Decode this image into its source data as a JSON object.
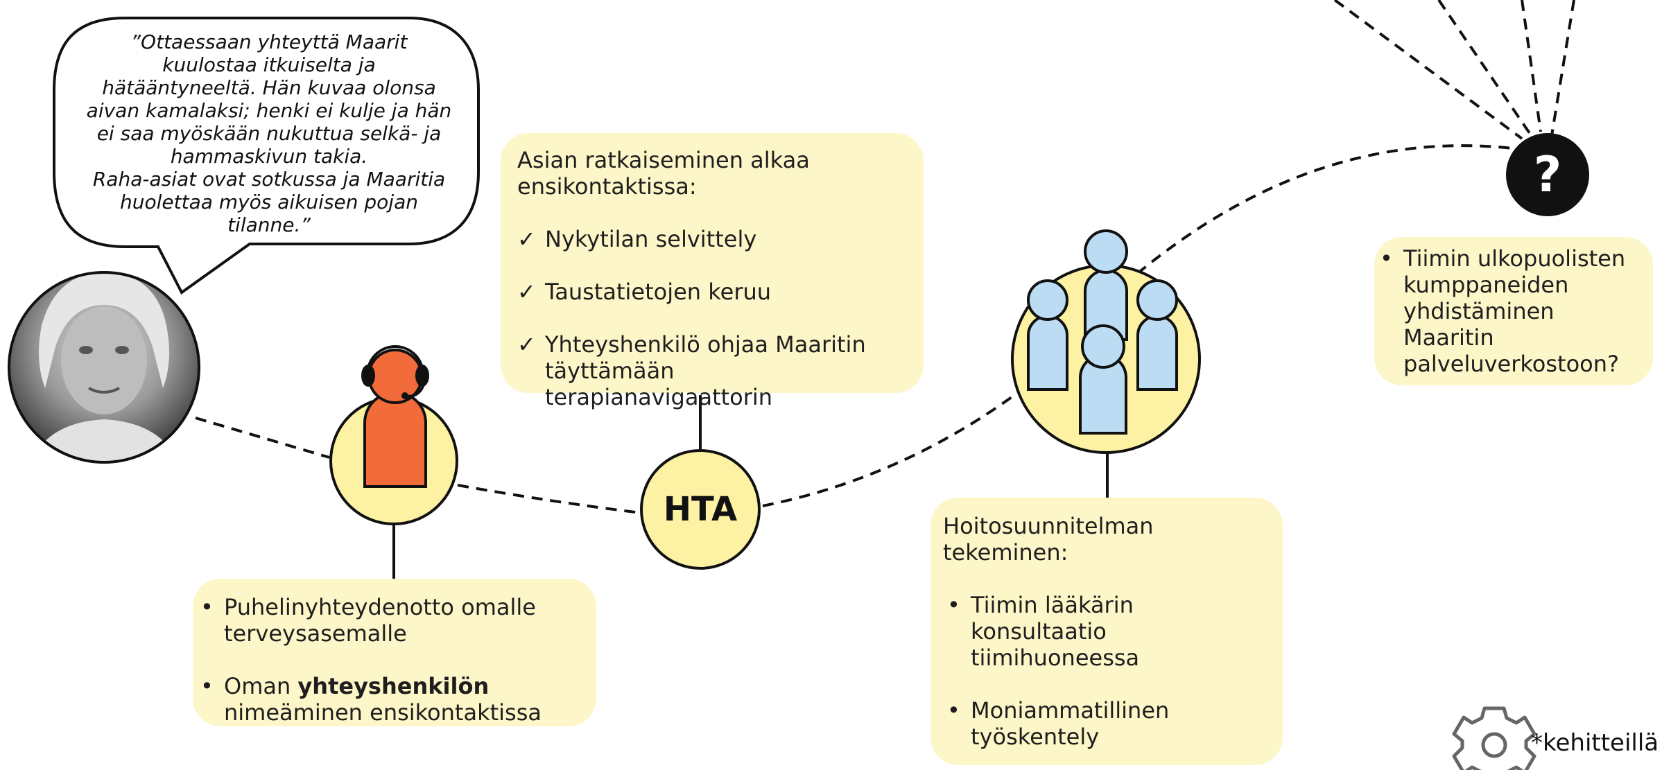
{
  "quote": {
    "lines": [
      "”Ottaessaan yhteyttä Maarit",
      "kuulostaa itkuiselta ja",
      "hätääntyneeltä. Hän kuvaa olonsa",
      "aivan kamalaksi; henki ei kulje ja hän",
      "ei saa myöskään nukuttua selkä- ja",
      "hammaskivun takia.",
      "Raha-asiat ovat sotkussa ja Maaritia",
      "huolettaa myös aikuisen pojan",
      "tilanne.”"
    ]
  },
  "contact_box": {
    "item1_lines": [
      "Puhelinyhteydenotto omalle",
      "terveysasemalle"
    ],
    "item2_prefix": "Oman ",
    "item2_bold": "yhteyshenkilön",
    "item2_rest": "nimeäminen ensikontaktissa"
  },
  "hta_node": {
    "label": "HTA"
  },
  "hta_box": {
    "intro_lines": [
      "Asian ratkaiseminen alkaa",
      "ensikontaktissa:"
    ],
    "items": [
      {
        "lines": [
          "Nykytilan selvittely"
        ]
      },
      {
        "lines": [
          "Taustatietojen keruu"
        ]
      },
      {
        "lines": [
          "Yhteyshenkilö ohjaa Maaritin",
          "täyttämään terapianavigaattorin"
        ]
      }
    ],
    "check_symbol": "✓"
  },
  "team_box": {
    "title_lines": [
      "Hoitosuunnitelman",
      "tekeminen:"
    ],
    "items": [
      {
        "lines": [
          "Tiimin lääkärin",
          "konsultaatio",
          "tiimihuoneessa"
        ]
      },
      {
        "lines": [
          "Moniammatillinen",
          "työskentely"
        ]
      }
    ]
  },
  "partners_box": {
    "lines": [
      "Tiimin ulkopuolisten",
      "kumppaneiden",
      "yhdistäminen",
      "Maaritin",
      "palveluverkostoon?"
    ]
  },
  "question_node": {
    "label": "?"
  },
  "legend": {
    "label": "*kehitteillä"
  },
  "bullet_symbol": "•",
  "colors": {
    "box_fill": "#fdf6c8",
    "node_fill": "#fdf2a3",
    "agent_orange": "#f26b3a",
    "team_blue": "#bcdcf4",
    "gear_gray": "#666666",
    "line": "#111111"
  },
  "icons": [
    "user-photo-avatar",
    "headset-agent-icon",
    "team-icon",
    "question-icon",
    "gear-icon"
  ]
}
